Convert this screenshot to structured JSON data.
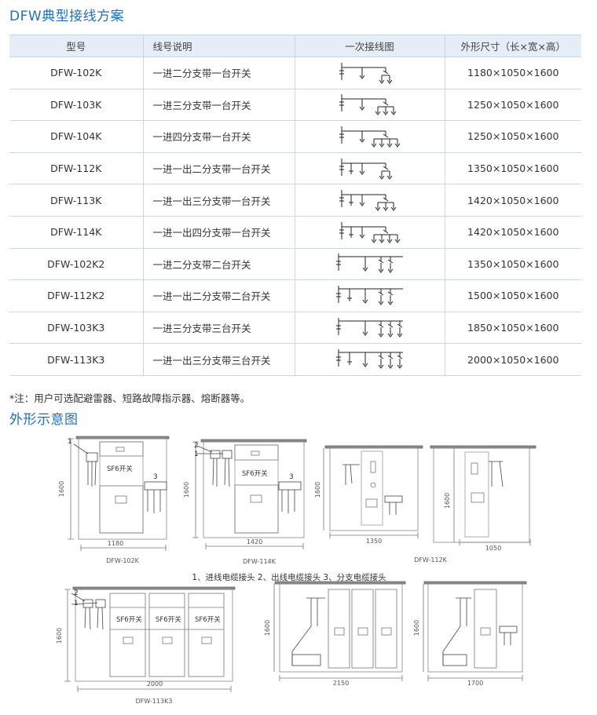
{
  "heading_schemes": "DFW典型接线方案",
  "table": {
    "headers": [
      "型号",
      "线号说明",
      "一次接线图",
      "外形尺寸（长×宽×高）"
    ],
    "rows": [
      {
        "model": "DFW-102K",
        "desc": "一进二分支带一台开关",
        "dims": "1180×1050×1600"
      },
      {
        "model": "DFW-103K",
        "desc": "一进三分支带一台开关",
        "dims": "1250×1050×1600"
      },
      {
        "model": "DFW-104K",
        "desc": "一进四分支带一台开关",
        "dims": "1250×1050×1600"
      },
      {
        "model": "DFW-112K",
        "desc": "一进一出二分支带一台开关",
        "dims": "1350×1050×1600"
      },
      {
        "model": "DFW-113K",
        "desc": "一进一出三分支带一台开关",
        "dims": "1420×1050×1600"
      },
      {
        "model": "DFW-114K",
        "desc": "一进一出四分支带一台开关",
        "dims": "1420×1050×1600"
      },
      {
        "model": "DFW-102K2",
        "desc": "一进二分支带二台开关",
        "dims": "1350×1050×1600"
      },
      {
        "model": "DFW-112K2",
        "desc": "一进一出二分支带二台开关",
        "dims": "1500×1050×1600"
      },
      {
        "model": "DFW-103K3",
        "desc": "一进三分支带三台开关",
        "dims": "1850×1050×1600"
      },
      {
        "model": "DFW-113K3",
        "desc": "一进一出三分支带三台开关",
        "dims": "2000×1050×1600"
      }
    ]
  },
  "note": "*注：用户可选配避雷器、短路故障指示器、熔断器等。",
  "heading_outline": "外形示意图",
  "drawings": {
    "legend": "1、进线电缆接头  2、出线电缆接头  3、分支电缆接头",
    "sf6_label": "SF6开关",
    "d1": {
      "caption": "DFW-102K",
      "width": "1180",
      "height": "1600",
      "n1": "1",
      "n3": "3"
    },
    "d2": {
      "caption": "DFW-114K",
      "width": "1420",
      "height": "1600",
      "n2": "2",
      "n1": "1",
      "n3": "3"
    },
    "d3": {
      "caption": "DFW-112K",
      "width": "1350",
      "height": "1600"
    },
    "d4": {
      "width": "1050",
      "height": "1600"
    },
    "d5": {
      "caption": "DFW-113K3",
      "width": "2000",
      "height": "1600",
      "n2": "2",
      "n1": "1"
    },
    "d6": {
      "width": "2150",
      "height": "1600"
    },
    "d7": {
      "width": "1700",
      "height": "1600"
    }
  },
  "colors": {
    "heading": "#1f6fbd",
    "header_bg": "#e5edf6",
    "line": "#cfd8e2"
  }
}
